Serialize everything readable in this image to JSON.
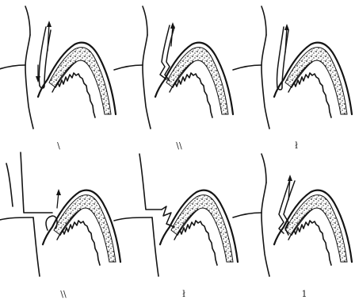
{
  "figure": {
    "panels": [
      {
        "label": "\\",
        "variant": "a"
      },
      {
        "label": "\\\\",
        "variant": "b"
      },
      {
        "label": "ł",
        "variant": "c"
      },
      {
        "label": "\\\\",
        "variant": "d"
      },
      {
        "label": "ł",
        "variant": "e"
      },
      {
        "label": "1",
        "variant": "f"
      }
    ]
  }
}
